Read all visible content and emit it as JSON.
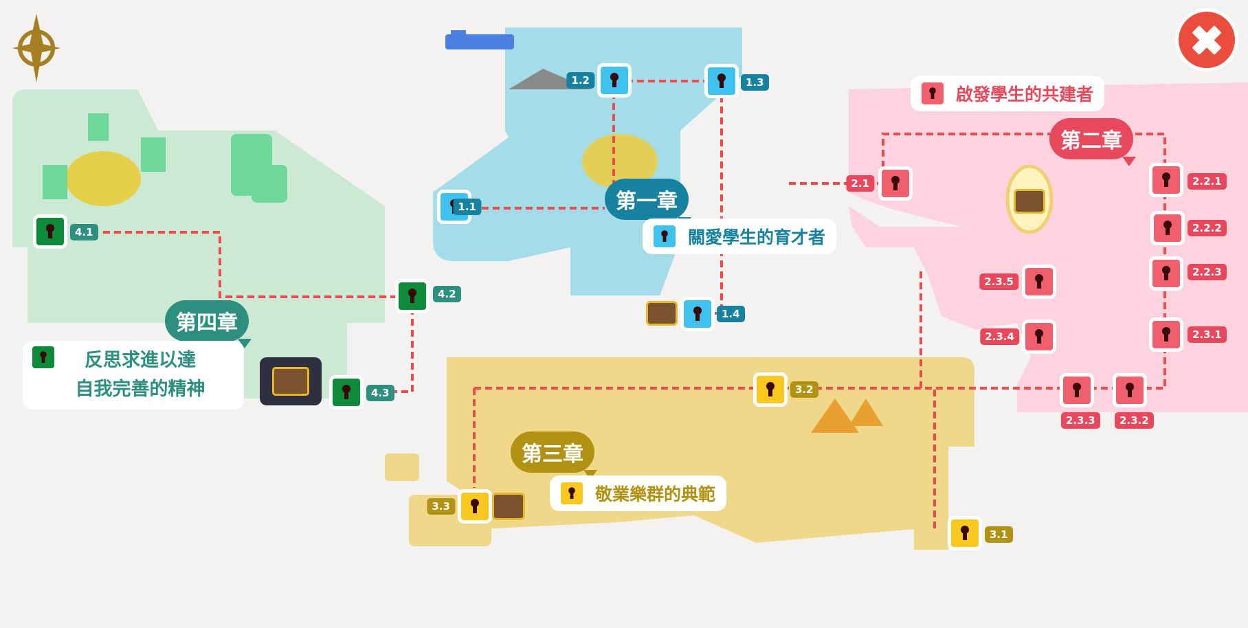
{
  "colors": {
    "chapter1": "#17829f",
    "chapter2": "#e8485c",
    "chapter3": "#b29212",
    "chapter4": "#2c8f80",
    "path": "#f04a4a",
    "close": "#ea4d3c"
  },
  "chapters": [
    {
      "bubble": "第一章",
      "title": "關愛學生的育才者"
    },
    {
      "bubble": "第二章",
      "title": "啟發學生的共建者"
    },
    {
      "bubble": "第三章",
      "title": "敬業樂群的典範"
    },
    {
      "bubble": "第四章",
      "title_line1": "反思求進以達",
      "title_line2": "自我完善的精神"
    }
  ],
  "nodes": {
    "n1_1": "1.1",
    "n1_2": "1.2",
    "n1_3": "1.3",
    "n1_4": "1.4",
    "n2_1": "2.1",
    "n2_2_1": "2.2.1",
    "n2_2_2": "2.2.2",
    "n2_2_3": "2.2.3",
    "n2_3_1": "2.3.1",
    "n2_3_2": "2.3.2",
    "n2_3_3": "2.3.3",
    "n2_3_4": "2.3.4",
    "n2_3_5": "2.3.5",
    "n3_1": "3.1",
    "n3_2": "3.2",
    "n3_3": "3.3",
    "n4_1": "4.1",
    "n4_2": "4.2",
    "n4_3": "4.3"
  },
  "icons": {
    "compass": "compass-icon",
    "close": "close-icon",
    "lock": "keyhole-icon",
    "chest": "treasure-chest-icon"
  }
}
